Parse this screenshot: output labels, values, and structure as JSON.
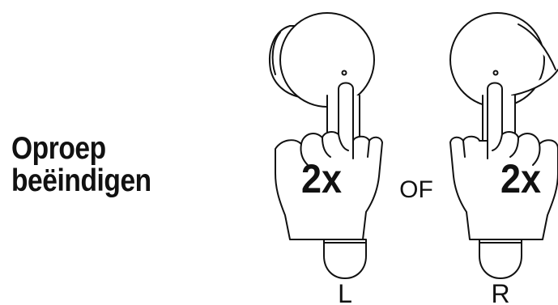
{
  "title": {
    "line1": "Oproep",
    "line2": "beëindigen"
  },
  "left": {
    "tap_count": "2x",
    "side_label": "L"
  },
  "separator": "OF",
  "right": {
    "tap_count": "2x",
    "side_label": "R"
  },
  "colors": {
    "stroke": "#111111",
    "fill": "#ffffff",
    "text": "#111111"
  },
  "icons": [
    "left-earbud-icon",
    "left-hand-icon",
    "right-earbud-icon",
    "right-hand-icon"
  ]
}
